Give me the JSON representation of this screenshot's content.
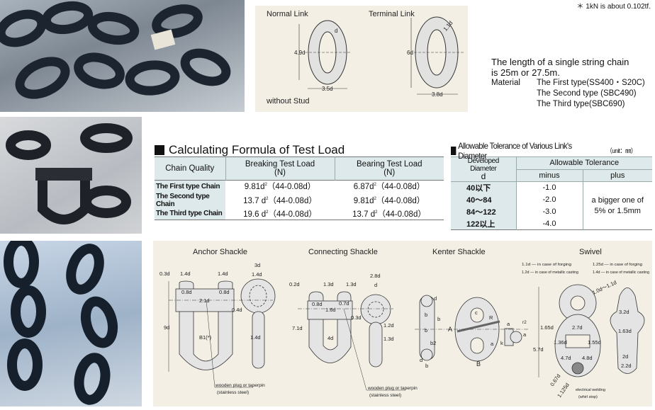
{
  "note": "＊ 1kN is about 0.102tf.",
  "info": {
    "length_line1": "The length of a single string chain",
    "length_line2": "is 25m or 27.5m.",
    "material_label": "Material",
    "materials": [
      "The First type(SS400・S20C)",
      "The Second type (SBC490)",
      "The Third type(SBC690)"
    ]
  },
  "links": {
    "normal_title": "Normal Link",
    "normal_height": "4.9d",
    "normal_width": "3.5d",
    "normal_thickness": "d",
    "terminal_title": "Terminal Link",
    "terminal_height": "6d",
    "terminal_width": "3.8d",
    "terminal_thickness": "1.1d",
    "caption": "without Stud"
  },
  "formula": {
    "title": "Calculating Formula of Test Load",
    "headers": [
      "Chain Quality",
      "Breaking Test Load",
      "(N)",
      "Bearing Test Load",
      "(N)"
    ],
    "rows": [
      {
        "quality": "The First type Chain",
        "breaking_coef": "9.81d",
        "bearing_coef": "6.87d"
      },
      {
        "quality": "The Second type Chain",
        "breaking_coef": "13.7  d",
        "bearing_coef": "9.81d"
      },
      {
        "quality": "The Third type Chain",
        "breaking_coef": "19.6  d",
        "bearing_coef": "13.7  d"
      }
    ],
    "exponent": "2",
    "factor": "（44-0.08d）"
  },
  "tolerance": {
    "title": "Allowable Tolerance of Various Link's Diameter",
    "unit": "（unit：㎜）",
    "col_diameter": "Developed Diameter",
    "col_d": "d",
    "col_tolerance": "Allowable Tolerance",
    "col_minus": "minus",
    "col_plus": "plus",
    "rows": [
      {
        "d": "40以下",
        "minus": "-1.0"
      },
      {
        "d": "40〜84",
        "minus": "-2.0"
      },
      {
        "d": "84〜122",
        "minus": "-3.0"
      },
      {
        "d": "122以上",
        "minus": "-4.0"
      }
    ],
    "plus_line1": "a bigger one of",
    "plus_line2": "5% or 1.5mm"
  },
  "shackles": {
    "anchor": {
      "title": "Anchor Shackle",
      "labels": [
        "0.3d",
        "1.4d",
        "1.4d",
        "3d",
        "1.4d",
        "0.8d",
        "0.8d",
        "2.1d",
        "0.4d",
        "9d",
        "B1(*)",
        "1.4d"
      ],
      "plug1": "wooden plug or taperpin",
      "plug2": "(stainless steel)"
    },
    "connecting": {
      "title": "Connecting Shackle",
      "labels": [
        "0.2d",
        "1.3d",
        "1.3d",
        "2.8d",
        "d",
        "0.8d",
        "1.6d",
        "0.7d",
        "0.3d",
        "7.1d",
        "4d",
        "1.2d",
        "1.3d"
      ],
      "plug1": "wooden plug or taperpin",
      "plug2": "(stainless steel)"
    },
    "kenter": {
      "title": "Kenter Shackle",
      "labels": [
        "d",
        "b",
        "b",
        "b",
        "b2",
        "d",
        "b",
        "A",
        "c",
        "R",
        "a",
        "a",
        "a",
        "k",
        "r2",
        "B"
      ]
    },
    "swivel": {
      "title": "Swivel",
      "labels": [
        "1.1d — in case of forging",
        "1.2d — in case of metallic casting",
        "1.25d — in case of forging",
        "1.4d — in case of metallic casting",
        "1.0d〜1.1d",
        "3.2d",
        "1.65d",
        "2.7d",
        "1.63d",
        "1.36d",
        "1.55d",
        "5.7d",
        "4.7d",
        "4.8d",
        "2d",
        "2.2d",
        "0.67d",
        "1.125d"
      ],
      "weld1": "electrical welding",
      "weld2": "(whirl stop)"
    }
  },
  "colors": {
    "panel": "#f3efe4",
    "header": "#dde9ea",
    "part": "#e4e4e4"
  }
}
